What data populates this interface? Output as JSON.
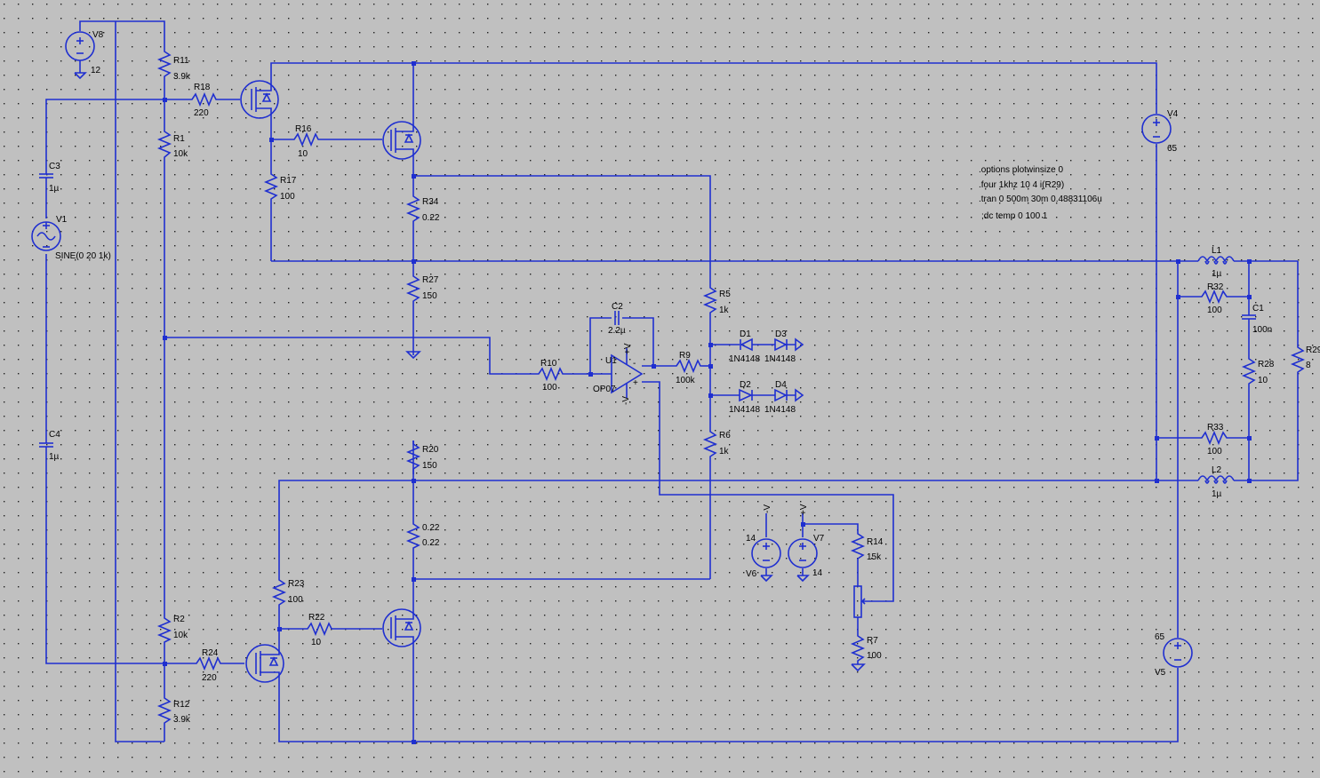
{
  "components": {
    "V8": {
      "name": "V8",
      "value": "12"
    },
    "R11": {
      "name": "R11",
      "value": "3.9k"
    },
    "R18": {
      "name": "R18",
      "value": "220"
    },
    "R1": {
      "name": "R1",
      "value": "10k"
    },
    "R16": {
      "name": "R16",
      "value": "10"
    },
    "R17": {
      "name": "R17",
      "value": "100"
    },
    "R34": {
      "name": "R34",
      "value": "0.22"
    },
    "R27": {
      "name": "R27",
      "value": "150"
    },
    "R20": {
      "name": "R20",
      "value": "150"
    },
    "R35": {
      "name": "0.22",
      "value": "0.22"
    },
    "R23": {
      "name": "R23",
      "value": "100"
    },
    "R22": {
      "name": "R22",
      "value": "10"
    },
    "R2": {
      "name": "R2",
      "value": "10k"
    },
    "R24": {
      "name": "R24",
      "value": "220"
    },
    "R12": {
      "name": "R12",
      "value": "3.9k"
    },
    "C3": {
      "name": "C3",
      "value": "1µ"
    },
    "C4": {
      "name": "C4",
      "value": "1µ"
    },
    "V1": {
      "name": "V1",
      "value": "SINE(0 20 1k)"
    },
    "C2": {
      "name": "C2",
      "value": "2.2µ"
    },
    "R10": {
      "name": "R10",
      "value": "100"
    },
    "U1": {
      "name": "U1",
      "value": "OP07"
    },
    "R9": {
      "name": "R9",
      "value": "100k"
    },
    "R5": {
      "name": "R5",
      "value": "1k"
    },
    "R6": {
      "name": "R6",
      "value": "1k"
    },
    "D1": {
      "name": "D1",
      "value": "1N4148"
    },
    "D3": {
      "name": "D3",
      "value": "1N4148"
    },
    "D2": {
      "name": "D2",
      "value": "1N4148"
    },
    "D4": {
      "name": "D4",
      "value": "1N4148"
    },
    "V6": {
      "name": "V6",
      "value": "14"
    },
    "V7": {
      "name": "V7",
      "value": "14"
    },
    "R14": {
      "name": "R14",
      "value": "15k"
    },
    "R7": {
      "name": "R7",
      "value": "100"
    },
    "V4": {
      "name": "V4",
      "value": "65"
    },
    "V5": {
      "name": "V5",
      "value": "65"
    },
    "L1": {
      "name": "L1",
      "value": "1µ"
    },
    "L2": {
      "name": "L2",
      "value": "1µ"
    },
    "R32": {
      "name": "R32",
      "value": "100"
    },
    "R33": {
      "name": "R33",
      "value": "100"
    },
    "C1": {
      "name": "C1",
      "value": "100n"
    },
    "R28": {
      "name": "R28",
      "value": "10"
    },
    "R29": {
      "name": "R29",
      "value": "8"
    }
  },
  "nets": {
    "vminus": "-V",
    "vplus": "+V"
  },
  "opamp_pins": {
    "plus": "+",
    "minus": "-",
    "vp": "+V",
    "vm": "-V"
  },
  "directives": [
    ".options plotwinsize 0",
    ".four 1khz 10 4 i(R29)",
    ".tran 0 500m 30m 0.48831106u",
    ";dc temp 0 100 1"
  ]
}
